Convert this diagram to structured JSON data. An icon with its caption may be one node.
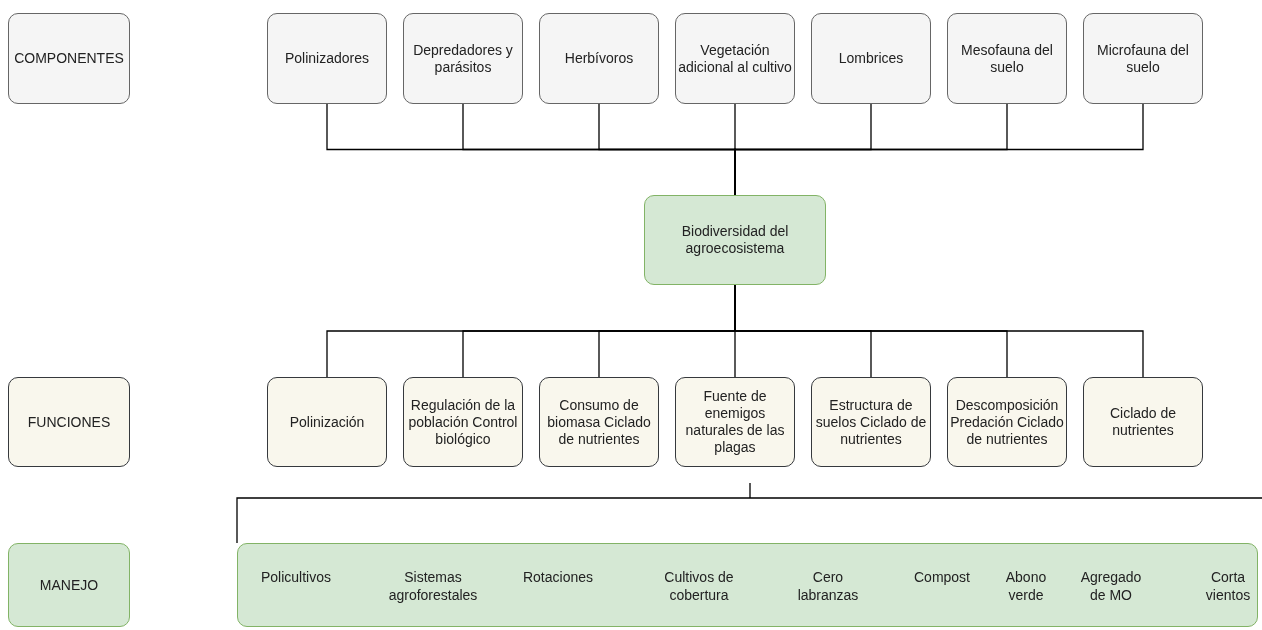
{
  "diagram": {
    "nodes": [
      {
        "text": [
          "COMPONENTES"
        ]
      },
      {
        "text": [
          "Polinizadores"
        ]
      },
      {
        "text": [
          "Depredadores y parásitos"
        ]
      },
      {
        "text": [
          "Herbívoros"
        ]
      },
      {
        "text": [
          "Vegetación adicional al cultivo"
        ]
      },
      {
        "text": [
          "Lombrices"
        ]
      },
      {
        "text": [
          "Mesofauna del suelo"
        ]
      },
      {
        "text": [
          "Microfauna del suelo"
        ]
      },
      {
        "text": [
          "Biodiversidad del agroecosistema"
        ]
      },
      {
        "text": [
          "FUNCIONES"
        ]
      },
      {
        "text": [
          "Polinización"
        ]
      },
      {
        "text": [
          "Regulación de la población Control biológico"
        ]
      },
      {
        "text": [
          "Consumo de biomasa Ciclado de nutrientes"
        ]
      },
      {
        "text": [
          "Fuente de enemigos naturales de las plagas"
        ]
      },
      {
        "text": [
          "Estructura de suelos Ciclado de nutrientes"
        ]
      },
      {
        "text": [
          "Descomposición Predación Ciclado de nutrientes"
        ]
      },
      {
        "text": [
          "Ciclado de nutrientes"
        ]
      },
      {
        "text": [
          "MANEJO"
        ]
      },
      {
        "text": [
          "Policultivos",
          "Sistemas agroforestales",
          "Rotaciones",
          "Cultivos de cobertura",
          "Cero labranzas",
          "Compost",
          "Abono verde",
          "Agregado de MO",
          "Corta vientos"
        ]
      }
    ],
    "edges": [
      {
        "from": 1,
        "to": 8,
        "arrow": "none"
      },
      {
        "from": 2,
        "to": 8,
        "arrow": "none"
      },
      {
        "from": 3,
        "to": 8,
        "arrow": "none"
      },
      {
        "from": 4,
        "to": 8,
        "arrow": "none"
      },
      {
        "from": 5,
        "to": 8,
        "arrow": "none"
      },
      {
        "from": 6,
        "to": 8,
        "arrow": "none"
      },
      {
        "from": 7,
        "to": 8,
        "arrow": "none"
      },
      {
        "from": 8,
        "to": 10,
        "arrow": "none"
      },
      {
        "from": 8,
        "to": 11,
        "arrow": "none"
      },
      {
        "from": 8,
        "to": 12,
        "arrow": "none"
      },
      {
        "from": 8,
        "to": 13,
        "arrow": "none"
      },
      {
        "from": 8,
        "to": 14,
        "arrow": "none"
      },
      {
        "from": 8,
        "to": 15,
        "arrow": "none"
      },
      {
        "from": 8,
        "to": 16,
        "arrow": "none"
      },
      {
        "from": null,
        "to": 18,
        "arrow": "none"
      }
    ]
  }
}
